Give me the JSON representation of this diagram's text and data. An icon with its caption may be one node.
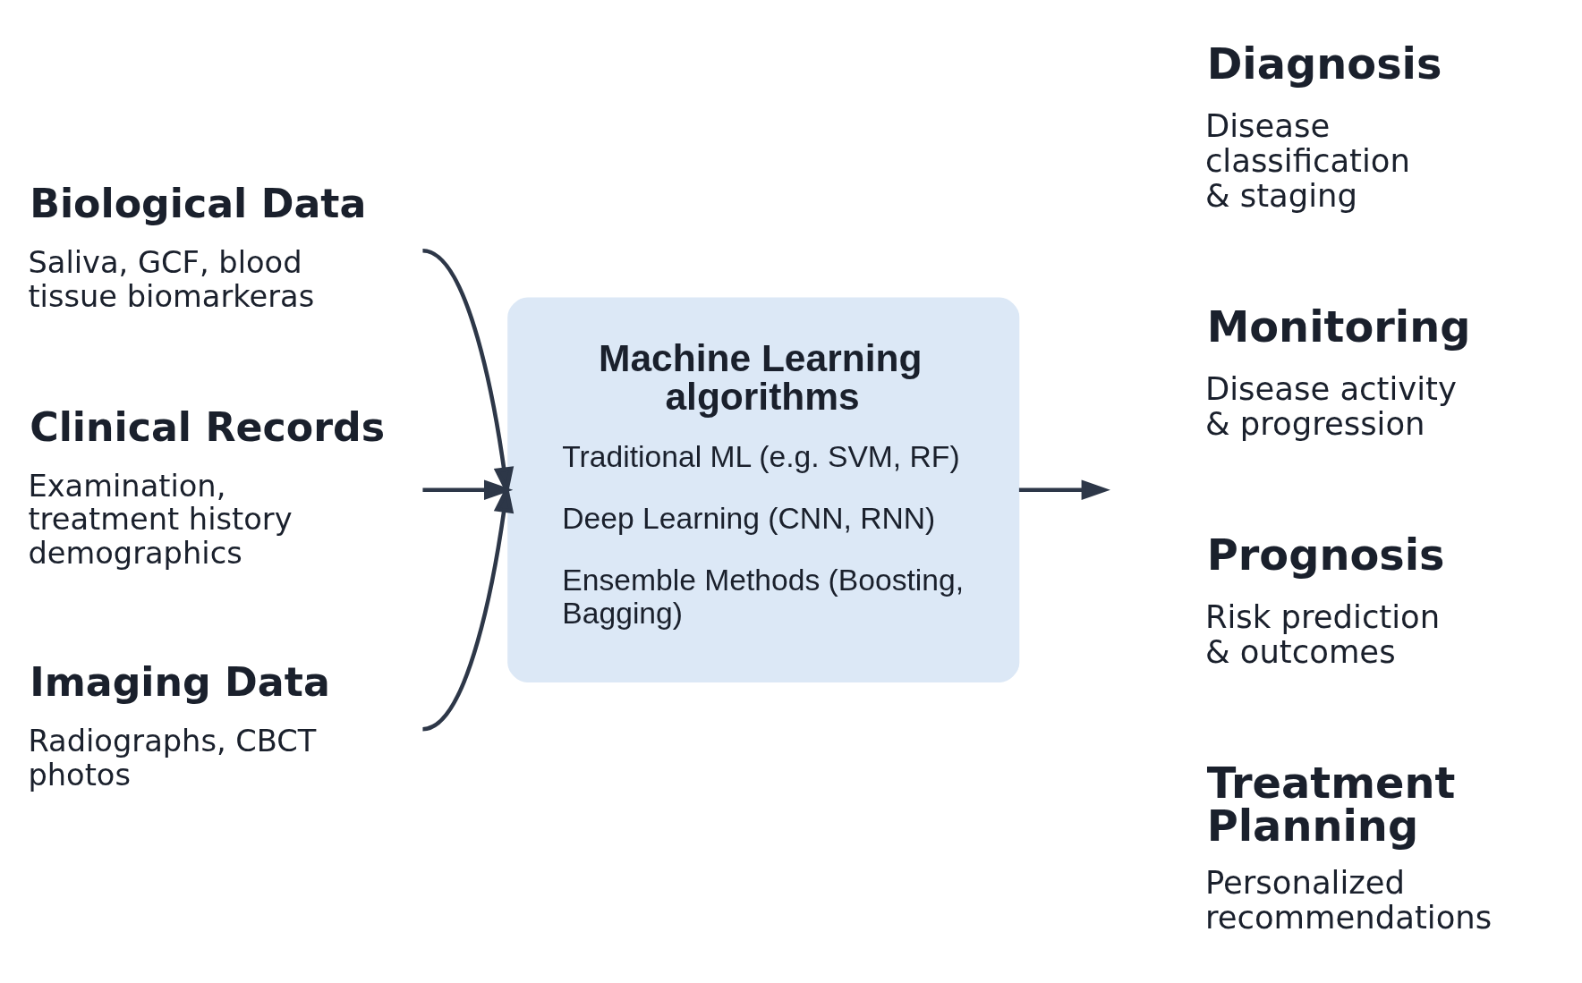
{
  "diagram": {
    "nodes": [
      {
        "text": [
          "Biological Data",
          "Saliva, GCF, blood tissue biomarkeras"
        ]
      },
      {
        "text": [
          "Clinical Records",
          "Examination, treatment history demographics"
        ]
      },
      {
        "text": [
          "Imaging Data",
          "Radiographs, CBCT photos"
        ]
      },
      {
        "text": [
          "Machine Learning algorithms",
          "Traditional ML (e.g. SVM, RF)",
          "Deep Learning (CNN, RNN)",
          "Ensemble Methods (Boosting, Bagging)"
        ]
      },
      {
        "text": [
          "Diagnosis",
          "Disease classification & staging"
        ]
      },
      {
        "text": [
          "Monitoring",
          "Disease activity & progression"
        ]
      },
      {
        "text": [
          "Prognosis",
          "Risk prediction & outcomes"
        ]
      },
      {
        "text": [
          "Treatment Planning",
          "Personalized recommendations"
        ]
      }
    ],
    "edges": [
      {
        "from": 0,
        "to": 3,
        "arrow": "to"
      },
      {
        "from": 1,
        "to": 3,
        "arrow": "to"
      },
      {
        "from": 2,
        "to": 3,
        "arrow": "to"
      },
      {
        "from": 3,
        "to": null,
        "arrow": "to"
      }
    ]
  }
}
